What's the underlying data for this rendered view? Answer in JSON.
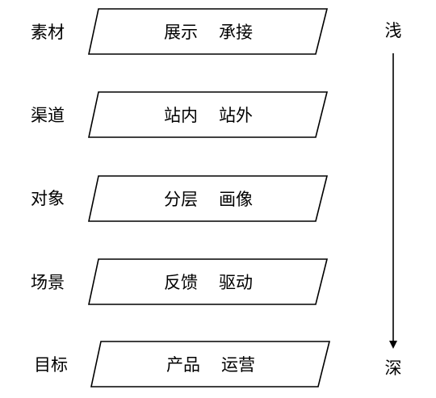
{
  "rows": [
    {
      "label": "素材",
      "items": [
        "展示",
        "承接"
      ]
    },
    {
      "label": "渠道",
      "items": [
        "站内",
        "站外"
      ]
    },
    {
      "label": "对象",
      "items": [
        "分层",
        "画像"
      ]
    },
    {
      "label": "场景",
      "items": [
        "反馈",
        "驱动"
      ]
    },
    {
      "label": "目标",
      "items": [
        "产品",
        "运营"
      ]
    }
  ],
  "axis": {
    "top_label": "浅",
    "bottom_label": "深"
  },
  "colors": {
    "stroke": "#000000",
    "fill": "#ffffff",
    "text": "#000000"
  }
}
